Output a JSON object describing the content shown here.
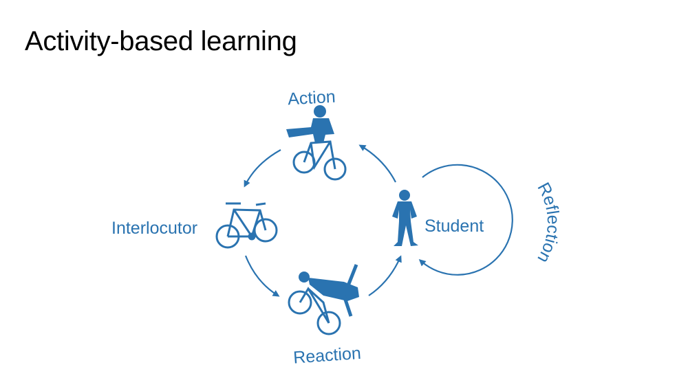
{
  "title": "Activity-based learning",
  "diagram": {
    "accent_color": "#2a73b0",
    "nodes": {
      "action": "Action",
      "interlocutor": "Interlocutor",
      "reaction": "Reaction",
      "student": "Student"
    },
    "loop_label": "Reflection",
    "icons": {
      "action": "person-riding-bike-icon",
      "interlocutor": "bicycle-icon",
      "reaction": "person-falling-off-bike-icon",
      "student": "standing-student-icon"
    }
  }
}
